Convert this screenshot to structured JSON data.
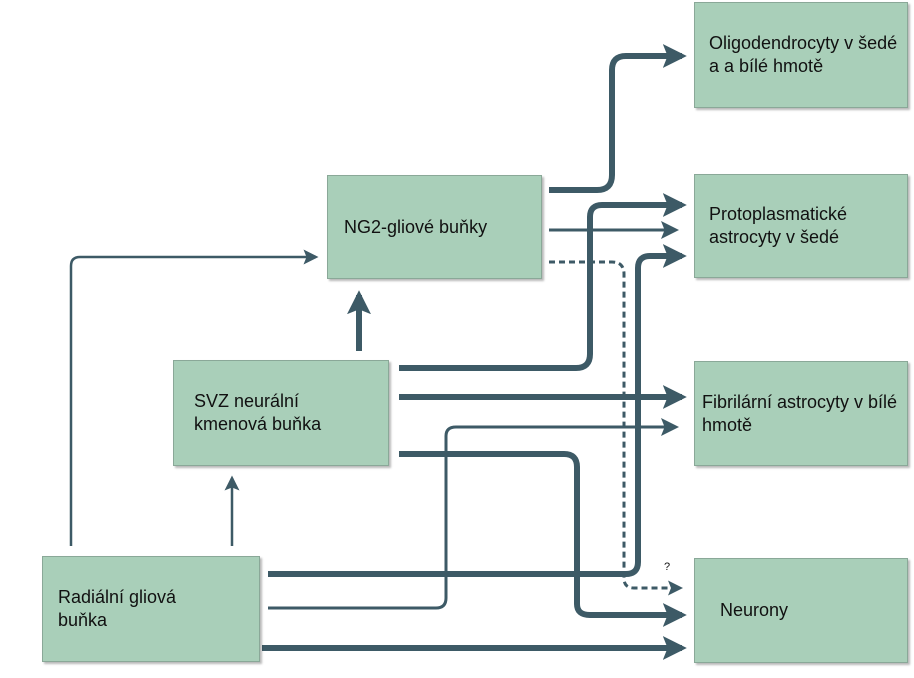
{
  "nodes": {
    "radial": "Radiální gliová buňka",
    "svz": "SVZ neurální kmenová buňka",
    "ng2": "NG2-gliové buňky",
    "oligo": "Oligodendrocyty v šedé a a bílé hmotě",
    "proto": "Protoplasmatické astrocyty v šedé",
    "fibril": "Fibrilární astrocyty v bílé hmotě",
    "neuron": "Neurony"
  },
  "edges": [
    {
      "from": "radial",
      "to": "ng2",
      "style": "thin"
    },
    {
      "from": "radial",
      "to": "svz",
      "style": "thin"
    },
    {
      "from": "svz",
      "to": "ng2",
      "style": "thick"
    },
    {
      "from": "ng2",
      "to": "oligo",
      "style": "thick"
    },
    {
      "from": "ng2",
      "to": "proto",
      "style": "thin"
    },
    {
      "from": "ng2",
      "to": "neuron",
      "style": "dashed",
      "label": "?"
    },
    {
      "from": "svz",
      "to": "proto",
      "style": "thick"
    },
    {
      "from": "svz",
      "to": "fibril",
      "style": "thick"
    },
    {
      "from": "svz",
      "to": "neuron",
      "style": "thick"
    },
    {
      "from": "radial",
      "to": "proto",
      "style": "thick"
    },
    {
      "from": "radial",
      "to": "fibril",
      "style": "thin"
    },
    {
      "from": "radial",
      "to": "neuron",
      "style": "thick"
    }
  ],
  "colors": {
    "box_fill": "#a9cfb9",
    "arrow": "#3d5a66"
  },
  "question_mark": "?"
}
